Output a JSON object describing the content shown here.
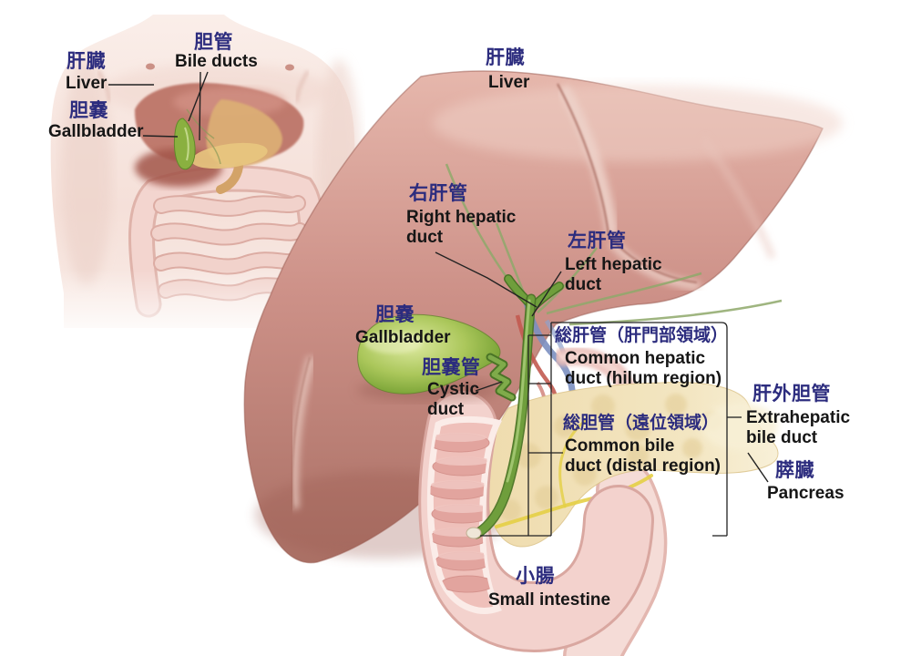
{
  "figure_kind": "biliary-system-anatomy-diagram",
  "inset": {
    "liver": {
      "jp": "肝臓",
      "en": "Liver"
    },
    "bile_ducts": {
      "jp": "胆管",
      "en": "Bile ducts"
    },
    "gallbladder": {
      "jp": "胆嚢",
      "en": "Gallbladder"
    }
  },
  "main": {
    "liver": {
      "jp": "肝臓",
      "en": "Liver"
    },
    "right_hepatic_duct": {
      "jp": "右肝管",
      "en": "Right hepatic\nduct"
    },
    "left_hepatic_duct": {
      "jp": "左肝管",
      "en": "Left hepatic\nduct"
    },
    "gallbladder": {
      "jp": "胆嚢",
      "en": "Gallbladder"
    },
    "cystic_duct": {
      "jp": "胆嚢管",
      "en": "Cystic\nduct"
    },
    "common_hepatic_duct": {
      "jp": "総肝管（肝門部領域）",
      "en": "Common hepatic\nduct (hilum region)"
    },
    "common_bile_duct": {
      "jp": "総胆管（遠位領域）",
      "en": "Common bile\nduct (distal region)"
    },
    "extrahepatic_bile_duct": {
      "jp": "肝外胆管",
      "en": "Extrahepatic\nbile duct"
    },
    "pancreas": {
      "jp": "膵臓",
      "en": "Pancreas"
    },
    "small_intestine": {
      "jp": "小腸",
      "en": "Small intestine"
    }
  },
  "colors": {
    "label_japanese": "#2c2c7e",
    "label_english": "#161616",
    "leader_line": "#222222",
    "liver": "#c98d84",
    "gallbladder": "#9bbf4a",
    "bile_duct": "#6f9e3c",
    "pancreas": "#f2e2b8",
    "duodenum": "#f3d2cd",
    "small_intestine": "#f5dcd7",
    "portal_vein": "#7b8fc0",
    "hepatic_artery": "#c25a50",
    "skin": "#f7e6e0"
  }
}
